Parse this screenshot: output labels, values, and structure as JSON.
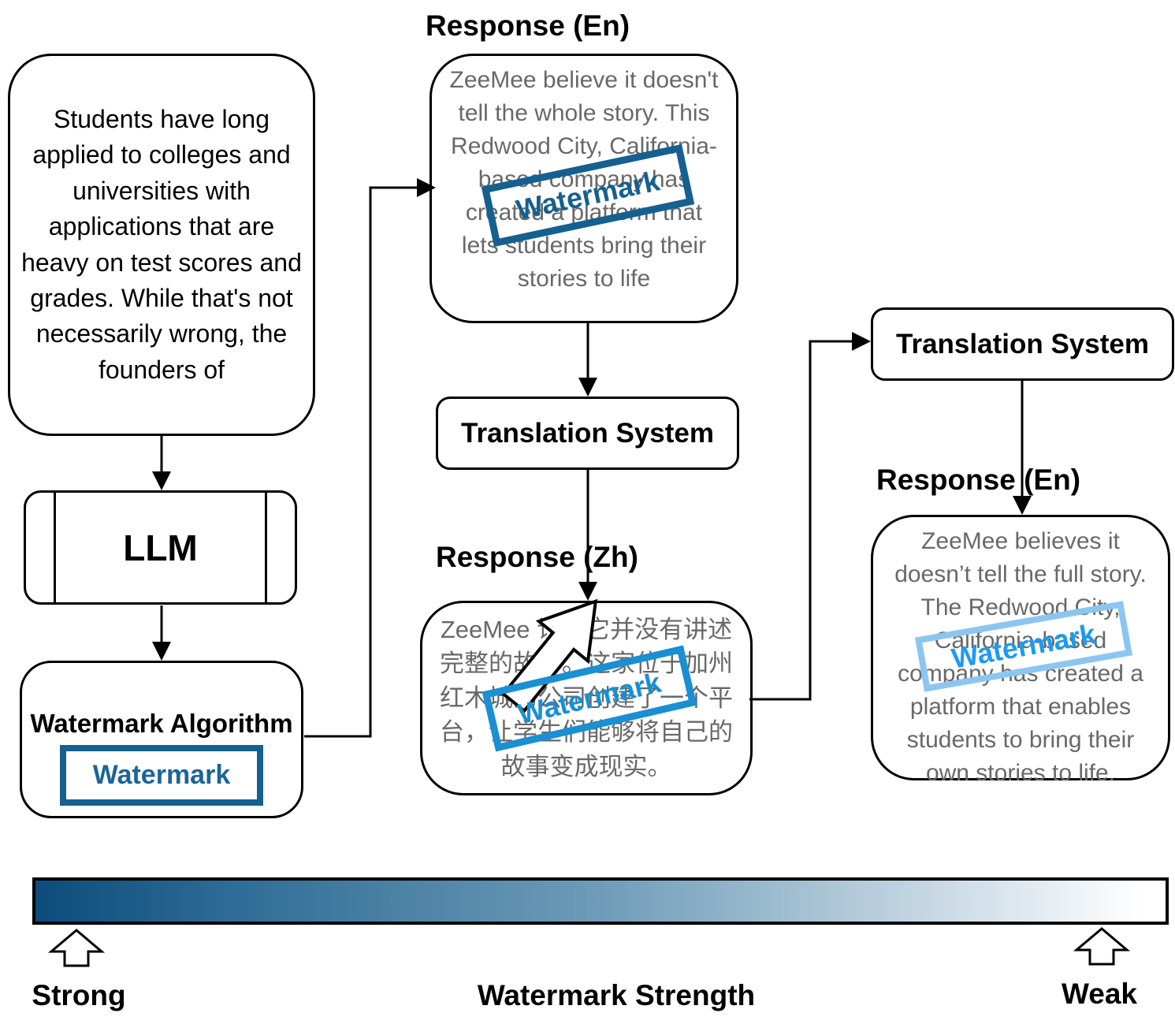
{
  "diagram": {
    "prompt_box": {
      "text": "Students have long applied to colleges and universities with applications that are heavy on test scores and grades. While that's not necessarily wrong, the founders of"
    },
    "llm_box": {
      "label": "LLM"
    },
    "watermark_algorithm_box": {
      "label": "Watermark Algorithm",
      "badge": "Watermark"
    },
    "response_en_watermarked": {
      "title": "Response (En)",
      "text": "ZeeMee believe it doesn't tell the whole story. This Redwood City, California-based company has created a platform that lets students bring their stories to life",
      "stamp": "Watermark"
    },
    "translation_system_1": {
      "label": "Translation System"
    },
    "response_zh": {
      "title": "Response (Zh)",
      "text": "ZeeMee 认为它并没有讲述完整的故事。这家位于加州红木城的公司创建了一个平台，让学生们能够将自己的故事变成现实。",
      "stamp": "Watermark"
    },
    "translation_system_2": {
      "label": "Translation System"
    },
    "response_en_final": {
      "title": "Response (En)",
      "text": "ZeeMee believes it doesn’t tell the full story. The Redwood City, California-based company has created a platform that enables students to bring their own stories to life.",
      "stamp": "Watermark"
    }
  },
  "legend": {
    "strong_label": "Strong",
    "weak_label": "Weak",
    "axis_label": "Watermark Strength"
  },
  "colors": {
    "stamp_strong": "#15608f",
    "stamp_medium": "#1a8fd2",
    "stamp_weak_border": "#8cc6f0",
    "stamp_weak_text": "#1e9af0",
    "badge_border": "#15608f",
    "badge_text": "#1b6597",
    "body_text_gray": "#686868",
    "gradient_stops": [
      "#0d4b7a",
      "#2c6a94",
      "#6e9cb8",
      "#c3d5e2",
      "#ffffff"
    ]
  }
}
